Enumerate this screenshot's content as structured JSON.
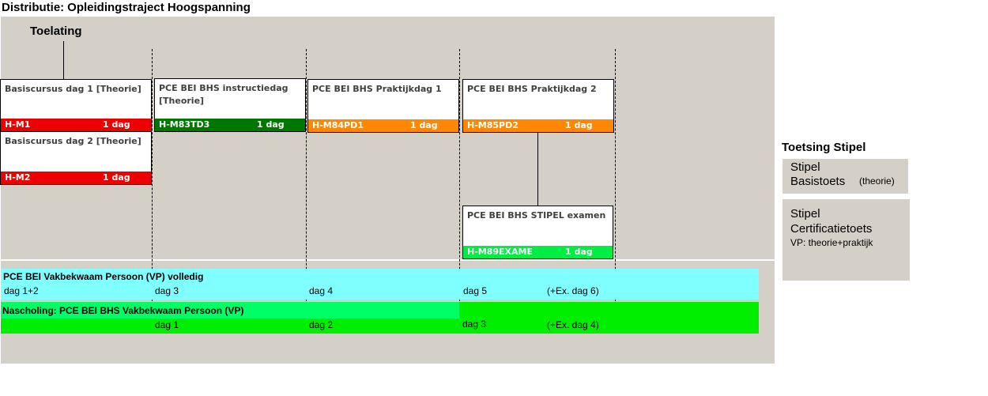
{
  "title": {
    "label": "Distributie:",
    "value": "Opleidingstraject Hoogspanning"
  },
  "toelating": "Toelating",
  "modules": [
    {
      "name": "Basiscursus dag 1 [Theorie]",
      "code": "H-M1",
      "duration": "1 dag",
      "color": "#ee0000"
    },
    {
      "name": "Basiscursus dag 2 [Theorie]",
      "code": "H-M2",
      "duration": "1 dag",
      "color": "#ee0000"
    },
    {
      "name": "PCE BEI BHS instructiedag [Theorie]",
      "code": "H-M83TD3",
      "duration": "1 dag",
      "color": "#007700"
    },
    {
      "name": "PCE BEI BHS Praktijkdag 1",
      "code": "H-M84PD1",
      "duration": "1 dag",
      "color": "#ff8800"
    },
    {
      "name": "PCE BEI BHS Praktijkdag 2",
      "code": "H-M85PD2",
      "duration": "1 dag",
      "color": "#ff8800"
    },
    {
      "name": "PCE BEI BHS STIPEL examen",
      "code": "H-M89EXAME",
      "duration": "1 dag",
      "color": "#00ee44"
    }
  ],
  "vp": {
    "title": "PCE BEI Vakbekwaam Persoon (VP) volledig",
    "days": [
      "dag 1+2",
      "dag 3",
      "dag 4",
      "dag 5",
      "(+Ex. dag 6)"
    ],
    "color": "#80ffff"
  },
  "nascholing": {
    "title": "Nascholing: PCE BEI BHS Vakbekwaam Persoon (VP)",
    "days": [
      "dag 1",
      "dag 2",
      "dag 3",
      "(+Ex. dag 4)"
    ],
    "color": "#00ee00"
  },
  "toetsing": {
    "heading": "Toetsing Stipel",
    "basis": {
      "line1": "Stipel",
      "line2": "Basistoets",
      "note": "(theorie)"
    },
    "cert": {
      "line1": "Stipel",
      "line2": "Certificatietoets",
      "note": "VP: theorie+praktijk"
    }
  }
}
